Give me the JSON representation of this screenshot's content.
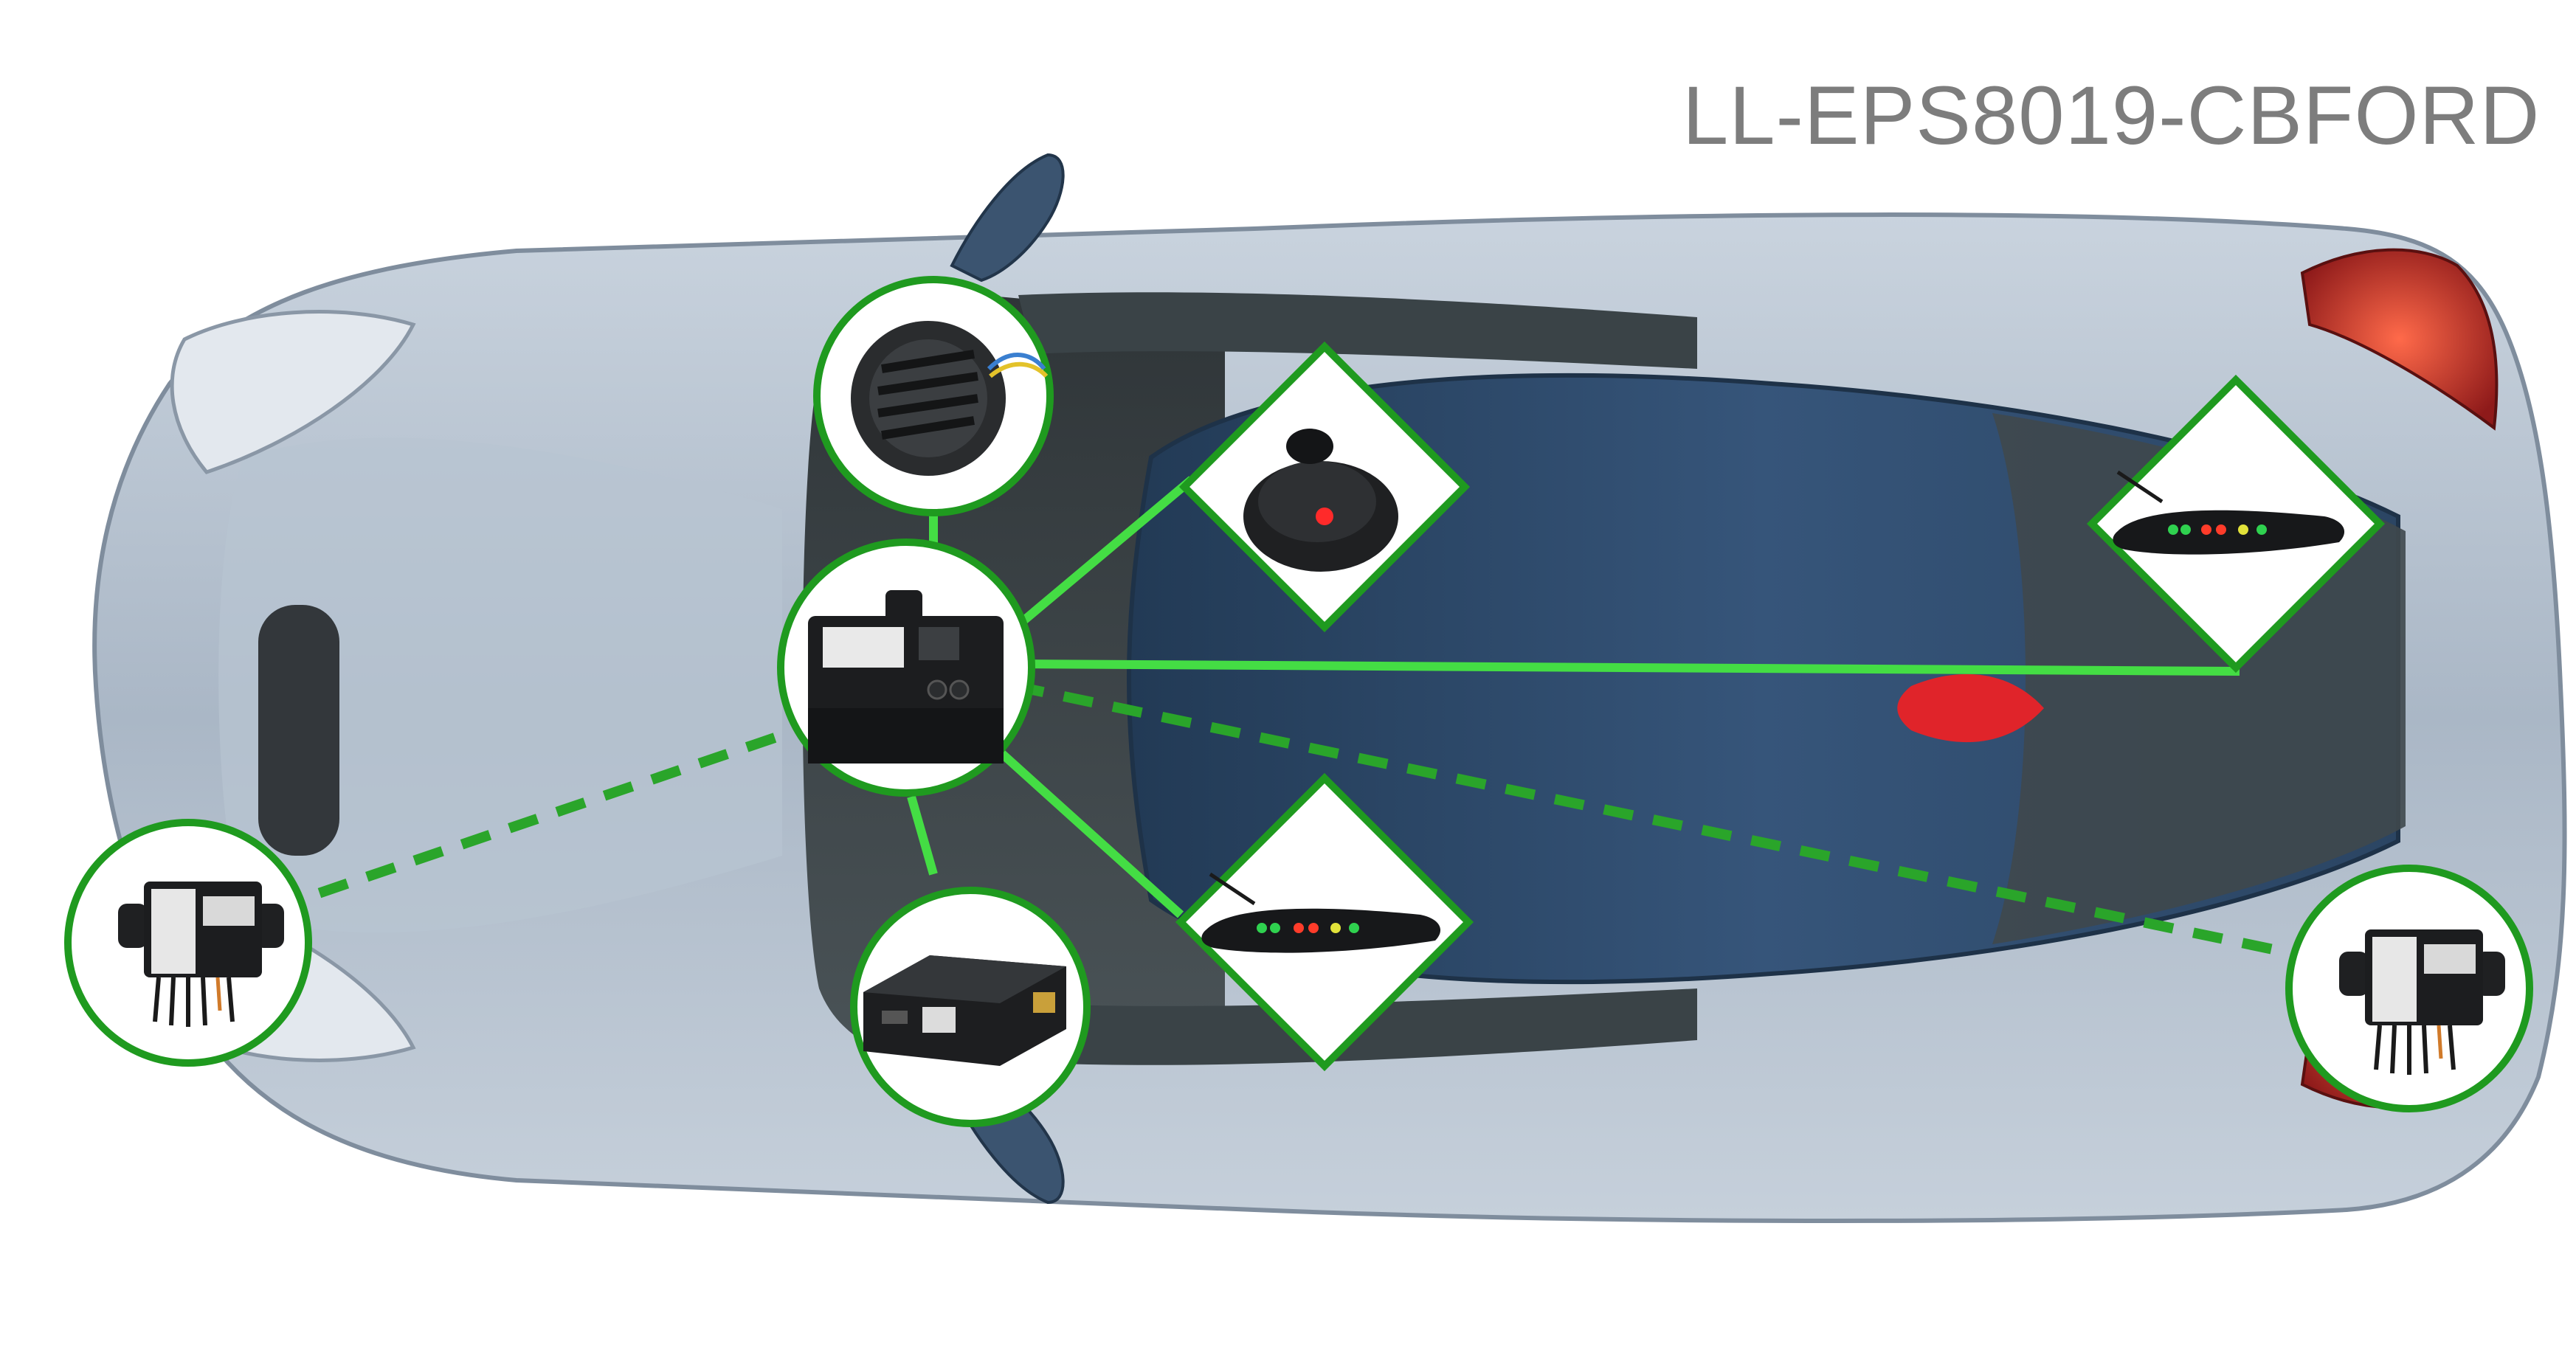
{
  "title": "LL-EPS8019-CBFORD",
  "colors": {
    "connector": "#44dd44",
    "connector_dashed": "#2aa52a",
    "frame": "#1f9a1f",
    "car_body": "#a7b5c6",
    "car_roof": "#2c4866",
    "window": "#3d4548"
  },
  "components": [
    {
      "name": "control-module",
      "icon": "control-box-icon"
    },
    {
      "name": "buzzer-speaker",
      "icon": "speaker-icon"
    },
    {
      "name": "led-indicator-button",
      "icon": "led-button-icon"
    },
    {
      "name": "rear-led-display",
      "icon": "led-display-icon"
    },
    {
      "name": "front-led-display",
      "icon": "led-display-icon"
    },
    {
      "name": "interface-box",
      "icon": "interface-box-icon"
    },
    {
      "name": "front-sensor-module",
      "icon": "sensor-module-icon"
    },
    {
      "name": "rear-sensor-module",
      "icon": "sensor-module-icon"
    }
  ]
}
